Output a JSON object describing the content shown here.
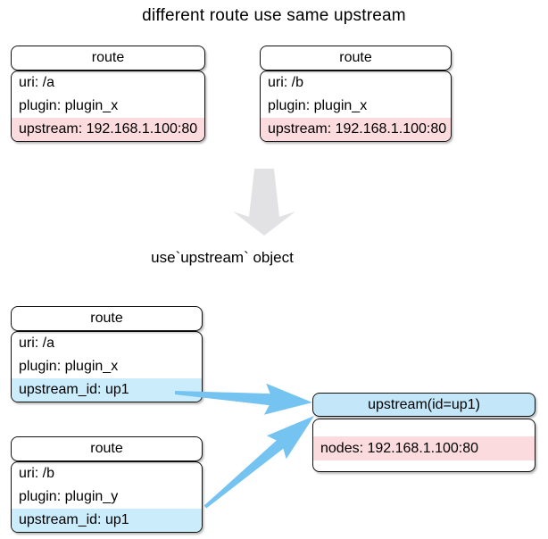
{
  "title": "different route use same upstream",
  "subtitle": "use`upstream` object",
  "top_routes": [
    {
      "header": "route",
      "rows": [
        {
          "text": "uri: /a",
          "highlight": "none"
        },
        {
          "text": "plugin: plugin_x",
          "highlight": "none"
        },
        {
          "text": "upstream: 192.168.1.100:80",
          "highlight": "pink"
        }
      ]
    },
    {
      "header": "route",
      "rows": [
        {
          "text": "uri: /b",
          "highlight": "none"
        },
        {
          "text": "plugin: plugin_x",
          "highlight": "none"
        },
        {
          "text": "upstream: 192.168.1.100:80",
          "highlight": "pink"
        }
      ]
    }
  ],
  "bottom_routes": [
    {
      "header": "route",
      "rows": [
        {
          "text": "uri: /a",
          "highlight": "none"
        },
        {
          "text": "plugin: plugin_x",
          "highlight": "none"
        },
        {
          "text": "upstream_id: up1",
          "highlight": "blue"
        }
      ]
    },
    {
      "header": "route",
      "rows": [
        {
          "text": "uri: /b",
          "highlight": "none"
        },
        {
          "text": "plugin: plugin_y",
          "highlight": "none"
        },
        {
          "text": "upstream_id: up1",
          "highlight": "blue"
        }
      ]
    }
  ],
  "upstream_box": {
    "header": "upstream(id=up1)",
    "rows": [
      {
        "text": "nodes: 192.168.1.100:80",
        "highlight": "pink"
      }
    ]
  },
  "colors": {
    "pink_highlight": "#FBDBDE",
    "blue_highlight": "#CBECFB",
    "header_blue": "#C3E7F9",
    "arrow_blue": "#74C3F0",
    "gray_arrow": "#E2E2E4"
  }
}
